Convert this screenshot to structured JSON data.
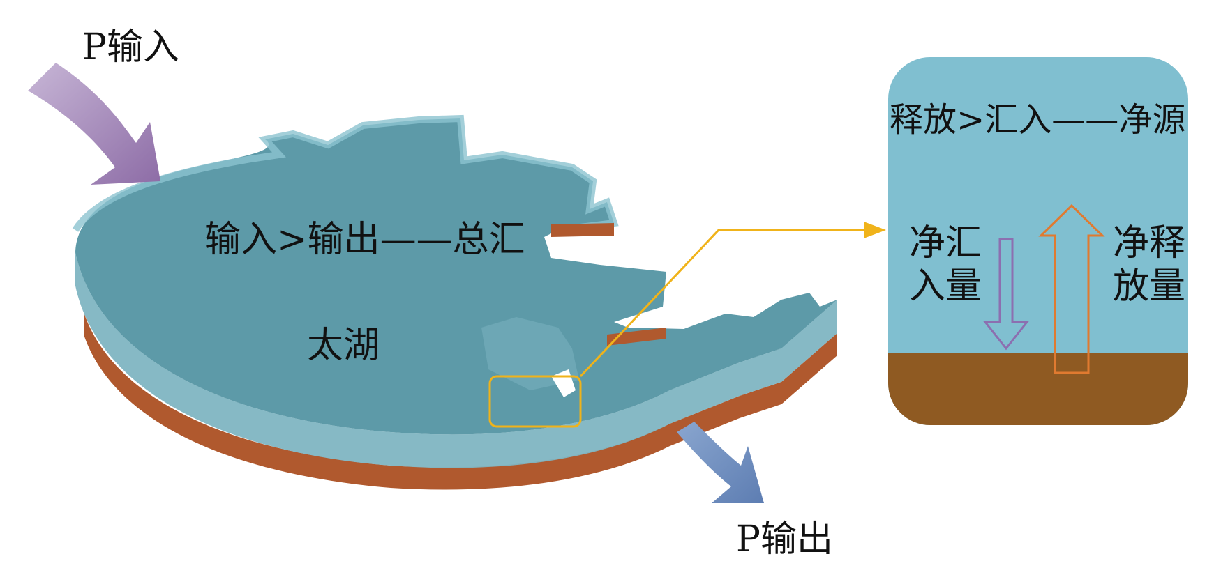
{
  "inputs": {
    "p_input": "P输入",
    "p_output": "P输出"
  },
  "lake": {
    "name": "太湖",
    "balance_label": "输入>输出——总汇"
  },
  "inset": {
    "title": "释放>汇入——净源",
    "net_sink_line1": "净汇",
    "net_sink_line2": "入量",
    "net_release_line1": "净释",
    "net_release_line2": "放量"
  },
  "colors": {
    "water": "#5d9aa8",
    "water_light": "#7fb5c2",
    "sediment": "#b0592e",
    "input_arrow": "#9a7fb0",
    "output_arrow": "#6f8fbf",
    "inset_water": "#80bfd0",
    "inset_sediment": "#8f5a22",
    "callout": "#f0b31a",
    "sink_arrow": "#8c6fb0",
    "release_arrow": "#e07a30"
  }
}
